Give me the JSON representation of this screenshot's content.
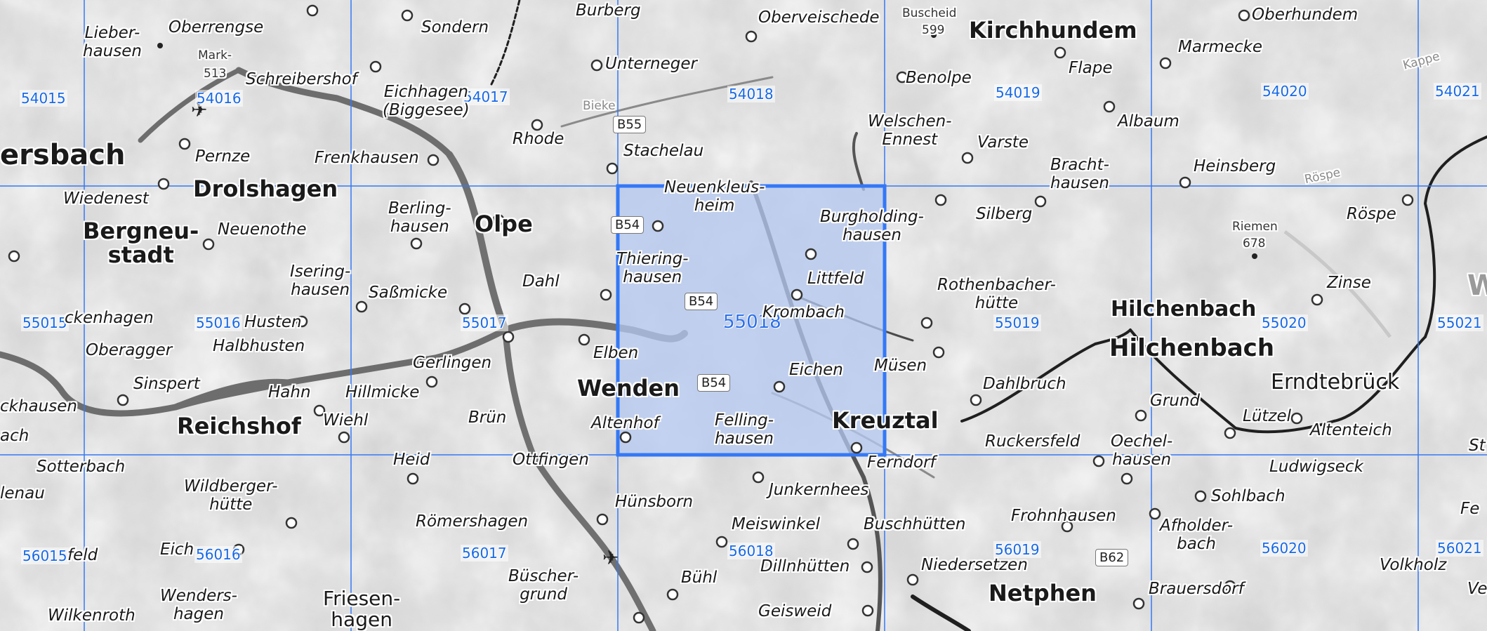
{
  "colors": {
    "grid_line": "#3478f6",
    "selected_fill": "#b4c8f0",
    "selected_border": "#3478f6",
    "grid_label": "#1668e6"
  },
  "grid_labels": [
    "54015",
    "54016",
    "54017",
    "54018",
    "54019",
    "54020",
    "54021",
    "55015",
    "55016",
    "55017",
    "55018",
    "55019",
    "55020",
    "55021",
    "56015",
    "56016",
    "56017",
    "56018",
    "56019",
    "56020",
    "56021"
  ],
  "selected_cell": "55018",
  "road_badges": [
    "B55",
    "B54",
    "B54",
    "B54",
    "B62"
  ],
  "places": {
    "lieberhausen": "Lieber-\nhausen",
    "oberrengse": "Oberrengse",
    "sondern": "Sondern",
    "burberg": "Burberg",
    "oberveischede": "Oberveischede",
    "buscheid": "Buscheid",
    "buscheid_elev": "599",
    "kirchhundem": "Kirchhundem",
    "oberhundem": "Oberhundem",
    "mark": "Mark-",
    "mark_elev": "513",
    "schreibershof": "Schreibershof",
    "unterneger": "Unterneger",
    "benolpe": "Benolpe",
    "flape": "Flape",
    "marmecke": "Marmecke",
    "kappe": "Kappe",
    "eichhagen": "Eichhagen\n(Biggesee)",
    "albaum": "Albaum",
    "welschen_ennest": "Welschen-\nEnnest",
    "varste": "Varste",
    "rhode": "Rhode",
    "stachelau": "Stachelau",
    "ersbach": "ersbach",
    "pernze": "Pernze",
    "frenkhausen": "Frenkhausen",
    "bracht_hausen": "Bracht-\nhausen",
    "heinsberg": "Heinsberg",
    "roespe_river": "Röspe",
    "drolshagen": "Drolshagen",
    "wiedenest": "Wiedenest",
    "neuenkleusheim": "Neuenkleus-\nheim",
    "burgholdinghausen": "Burgholding-\nhausen",
    "silberg": "Silberg",
    "berlinghausen": "Berling-\nhausen",
    "olpe": "Olpe",
    "bergneustadt": "Bergneu-\nstadt",
    "neuenothe": "Neuenothe",
    "riemen": "Riemen",
    "riemen_elev": "678",
    "roespe": "Röspe",
    "thieringhausen": "Thiering-\nhausen",
    "iseringhausen": "Isering-\nhausen",
    "dahl": "Dahl",
    "littfeld": "Littfeld",
    "rothenbacher_huette": "Rothenbacher-\nhütte",
    "zinse": "Zinse",
    "sassmicke": "Saßmicke",
    "krombach": "Krombach",
    "hilchenbach_a": "Hilchenbach",
    "eckenhagen": "ckenhagen",
    "husten": "Husten",
    "hilchenbach_b": "Hilchenbach",
    "oberagger": "Oberagger",
    "halbhusten": "Halbhusten",
    "elben": "Elben",
    "gerlingen": "Gerlingen",
    "eichen": "Eichen",
    "muesen": "Müsen",
    "dahlbruch": "Dahlbruch",
    "erndtebrueck": "Erndtebrück",
    "sinspert": "Sinspert",
    "wenden": "Wenden",
    "hahn": "Hahn",
    "hillmicke": "Hillmicke",
    "ckhausen": "ckhausen",
    "wiehl": "Wiehl",
    "bruen": "Brün",
    "grund": "Grund",
    "luetzel": "Lützel",
    "reichshof": "Reichshof",
    "altenhof": "Altenhof",
    "fellinghausen": "Felling-\nhausen",
    "kreuztal": "Kreuztal",
    "ruckersfeld": "Ruckersfeld",
    "oechelhausen": "Oechel-\nhausen",
    "altenteich": "Altenteich",
    "ach": "ach",
    "st": "St",
    "sotterbach": "Sotterbach",
    "heid": "Heid",
    "ottfingen": "Ottfingen",
    "ferndorf": "Ferndorf",
    "ludwigseck": "Ludwigseck",
    "enau": "lenau",
    "wildbergerhuette": "Wildberger-\nhütte",
    "huensborn": "Hünsborn",
    "junkernhees": "Junkernhees",
    "sohlbach": "Sohlbach",
    "roemershagen": "Römershagen",
    "meiswinkel": "Meiswinkel",
    "buschhuetten": "Buschhütten",
    "frohnhausen": "Frohnhausen",
    "afholderbach": "Afholder-\nbach",
    "fe": "Fe",
    "feld": "feld",
    "eich": "Eich",
    "dillnhuetten": "Dillnhütten",
    "niedersetzen": "Niedersetzen",
    "volkholz": "Volkholz",
    "buescher_grund": "Büscher-\ngrund",
    "wenders_hagen": "Wenders-\nhagen",
    "friesenhagen": "Friesen-\nhagen",
    "buehl": "Bühl",
    "netphen": "Netphen",
    "brauersdorf": "Brauersdorf",
    "wilkenroth": "Wilkenroth",
    "geisweid": "Geisweid",
    "ve": "Ve",
    "w": "W",
    "bieke": "Bieke"
  }
}
